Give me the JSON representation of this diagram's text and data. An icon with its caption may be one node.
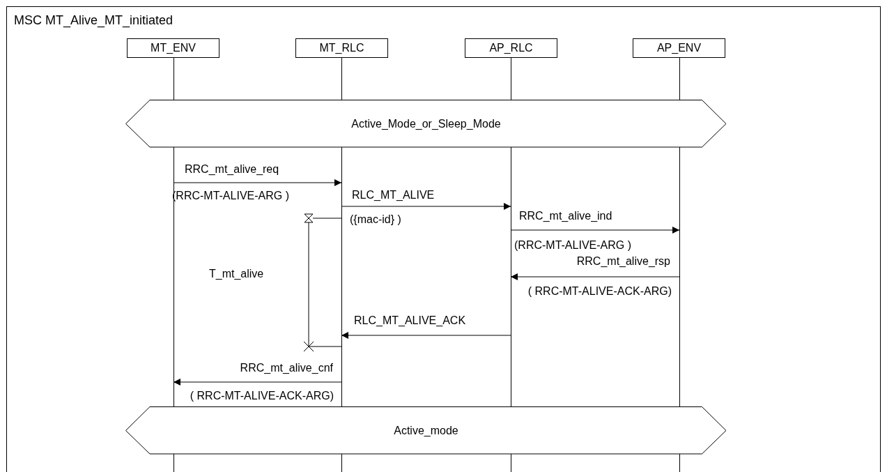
{
  "diagram": {
    "title": "MSC MT_Alive_MT_initiated",
    "nodes": [
      {
        "text": [
          "MT_ENV"
        ]
      },
      {
        "text": [
          "MT_RLC"
        ]
      },
      {
        "text": [
          "AP_RLC"
        ]
      },
      {
        "text": [
          "AP_ENV"
        ]
      },
      {
        "text": [
          "Active_Mode_or_Sleep_Mode"
        ]
      },
      {
        "text": [
          "Active_mode"
        ]
      }
    ],
    "edges": [
      {
        "from": 0,
        "to": 1,
        "arrow": "to",
        "label": "RRC_mt_alive_req"
      },
      {
        "from": 1,
        "to": 2,
        "arrow": "to",
        "label": "RLC_MT_ALIVE"
      },
      {
        "from": 2,
        "to": 3,
        "arrow": "to",
        "label": "RRC_mt_alive_ind"
      },
      {
        "from": 3,
        "to": 2,
        "arrow": "to",
        "label": "RRC_mt_alive_rsp"
      },
      {
        "from": 2,
        "to": 1,
        "arrow": "to",
        "label": "RLC_MT_ALIVE_ACK"
      },
      {
        "from": 1,
        "to": 0,
        "arrow": "to",
        "label": "RRC_mt_alive_cnf"
      }
    ],
    "labels": [
      "(RRC-MT-ALIVE-ARG )",
      "({mac-id} )",
      "(RRC-MT-ALIVE-ARG )",
      "( RRC-MT-ALIVE-ACK-ARG)",
      "T_mt_alive",
      "( RRC-MT-ALIVE-ACK-ARG)"
    ]
  }
}
